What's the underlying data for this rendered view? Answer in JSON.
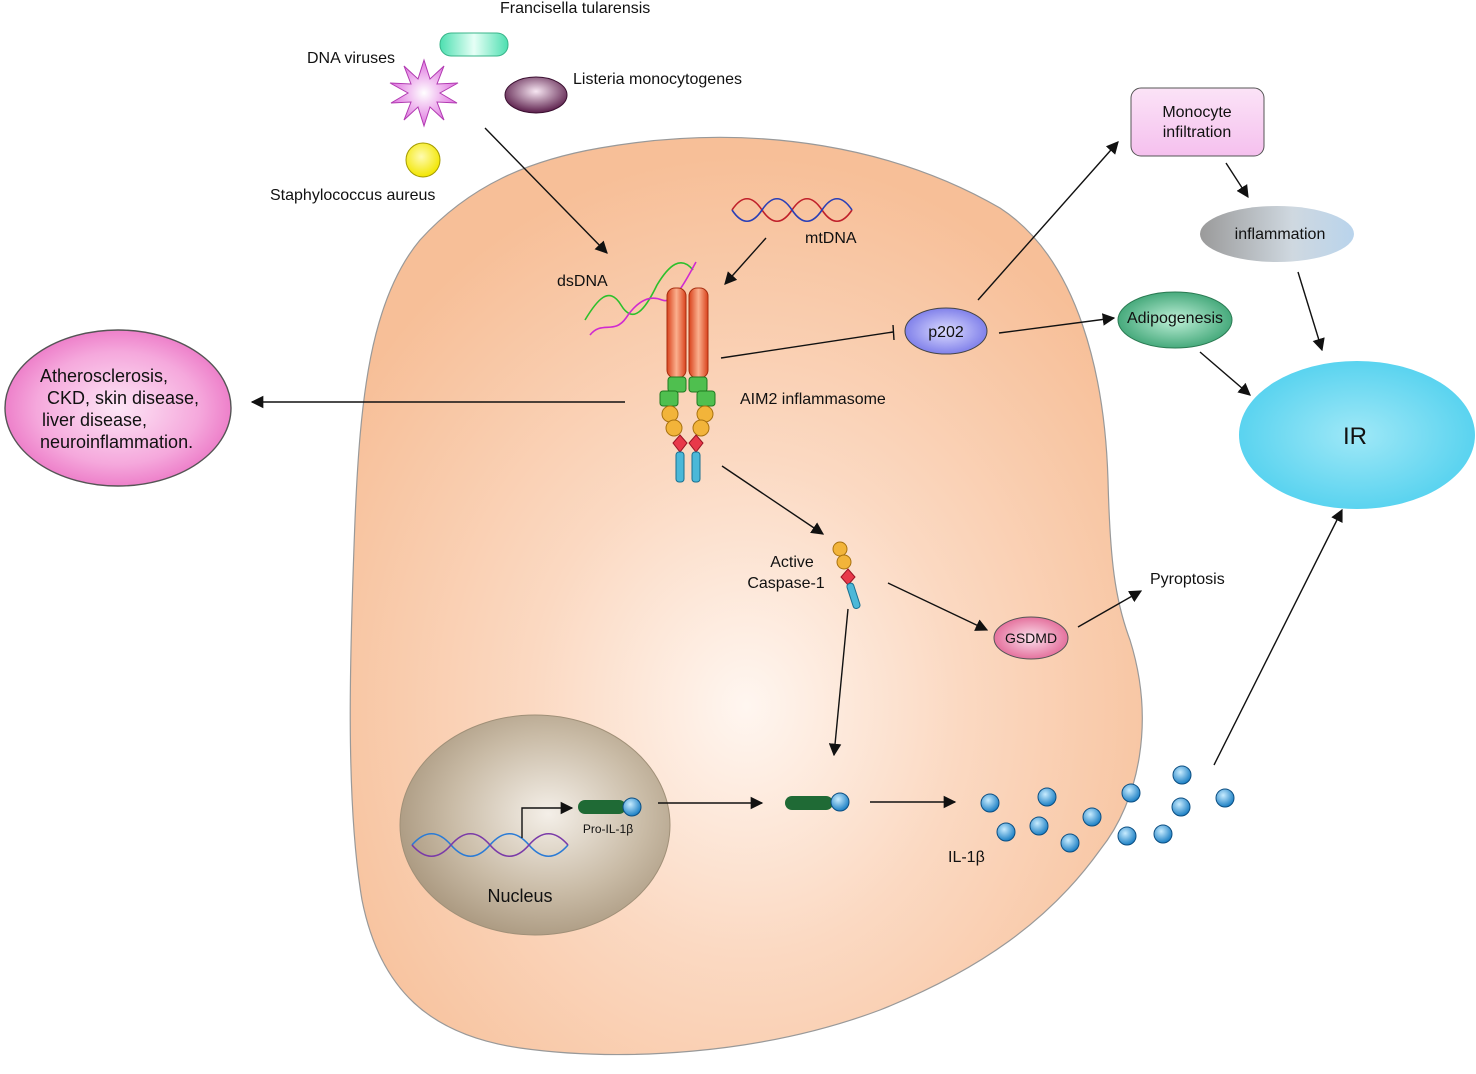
{
  "pathogens": {
    "francisella": "Francisella tularensis",
    "dna_viruses": "DNA viruses",
    "listeria": "Listeria monocytogenes",
    "staph": "Staphylococcus aureus"
  },
  "cell": {
    "dsdna": "dsDNA",
    "mtdna": "mtDNA",
    "aim2": "AIM2 inflammasome",
    "p202": "p202",
    "caspase_line1": "Active",
    "caspase_line2": "Caspase-1",
    "gsdmd": "GSDMD",
    "pyroptosis": "Pyroptosis",
    "nucleus": "Nucleus",
    "pro_il1b": "Pro-IL-1β",
    "il1b": "IL-1β"
  },
  "outcomes": {
    "monocyte_line1": "Monocyte",
    "monocyte_line2": "infiltration",
    "inflammation": "inflammation",
    "adipogenesis": "Adipogenesis",
    "ir": "IR",
    "diseases": [
      "Atherosclerosis,",
      "CKD, skin disease,",
      "liver disease,",
      "neuroinflammation."
    ]
  },
  "colors": {
    "cell": "#f9c7a4",
    "nucleus": "#b8a892",
    "ir": "#5ad4ee",
    "monocyte_box": "#f7c6f0",
    "disease_ellipse": "#ec6fbf",
    "p202": "#7d7ef0",
    "adipogenesis": "#3fa879",
    "gsdmd": "#e66a98",
    "il1b_bead": "#2c8fcf",
    "pro_il1b_bar": "#1e6b34"
  }
}
